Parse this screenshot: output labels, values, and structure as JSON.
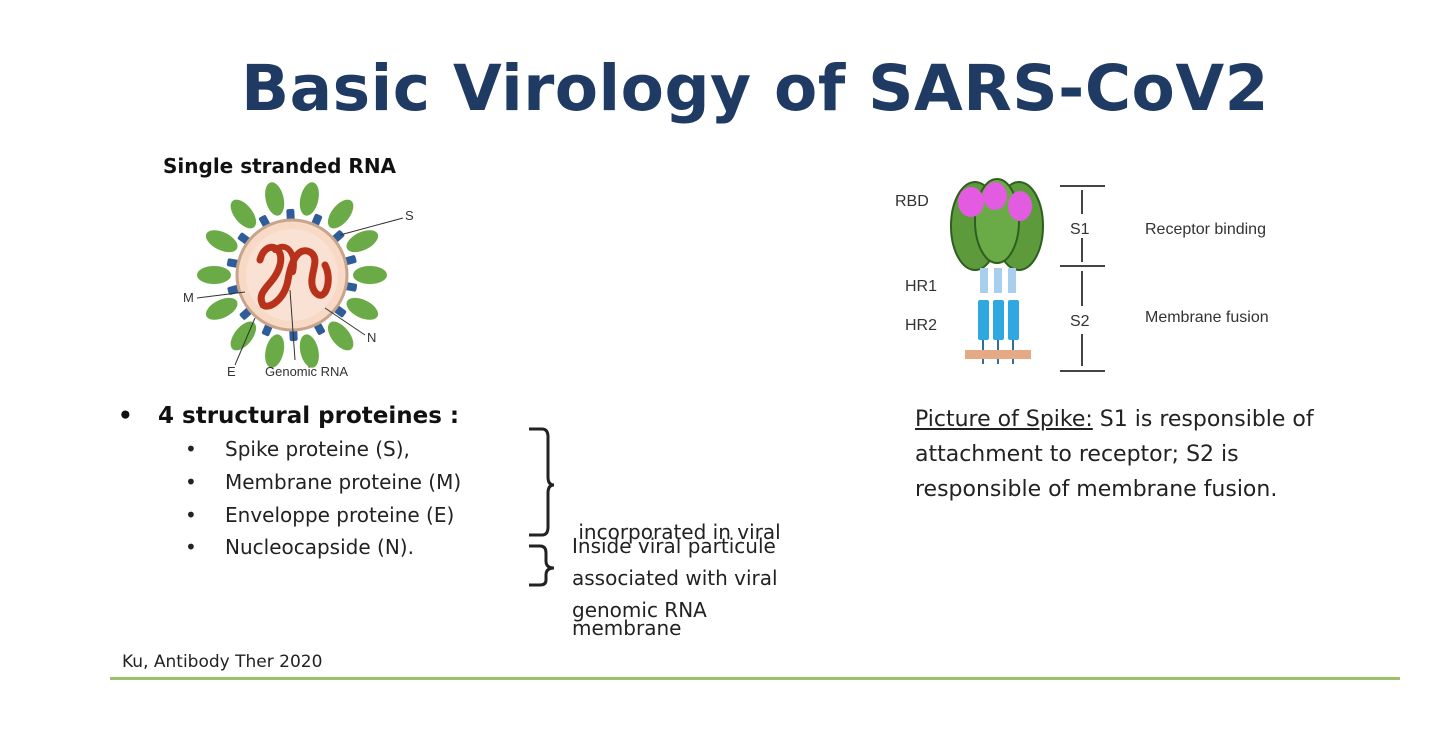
{
  "slide": {
    "title": "Basic Virology of SARS-CoV2",
    "virus_diagram": {
      "caption": "Single stranded RNA",
      "labels": {
        "s": "S",
        "m": "M",
        "n": "N",
        "e": "E",
        "genomic_rna": "Genomic RNA"
      }
    },
    "structural": {
      "heading": "4 structural proteines :",
      "items": [
        "Spike proteine (S),",
        "Membrane proteine (M)",
        "Enveloppe proteine (E)",
        "Nucleocapside (N)."
      ],
      "group1_note": [
        " incorporated in viral",
        "membrane"
      ],
      "group2_note": [
        "Inside viral particule",
        "associated with viral",
        "genomic RNA"
      ]
    },
    "spike_diagram": {
      "labels": {
        "rbd": "RBD",
        "hr1": "HR1",
        "hr2": "HR2",
        "s1": "S1",
        "s2": "S2",
        "receptor_binding": "Receptor binding",
        "membrane_fusion": "Membrane fusion"
      }
    },
    "spike_description": {
      "underlined": "Picture of Spike:",
      "rest": " S1 is responsible of attachment to receptor; S2 is responsible of membrane fusion."
    },
    "reference": "Ku, Antibody Ther 2020",
    "colors": {
      "title": "#1f3a63",
      "footer_line": "#9bc26b",
      "spike_green": "#5c9a3c",
      "rbd_pink": "#e35be0",
      "hr_blue": "#2fa7e0"
    }
  }
}
